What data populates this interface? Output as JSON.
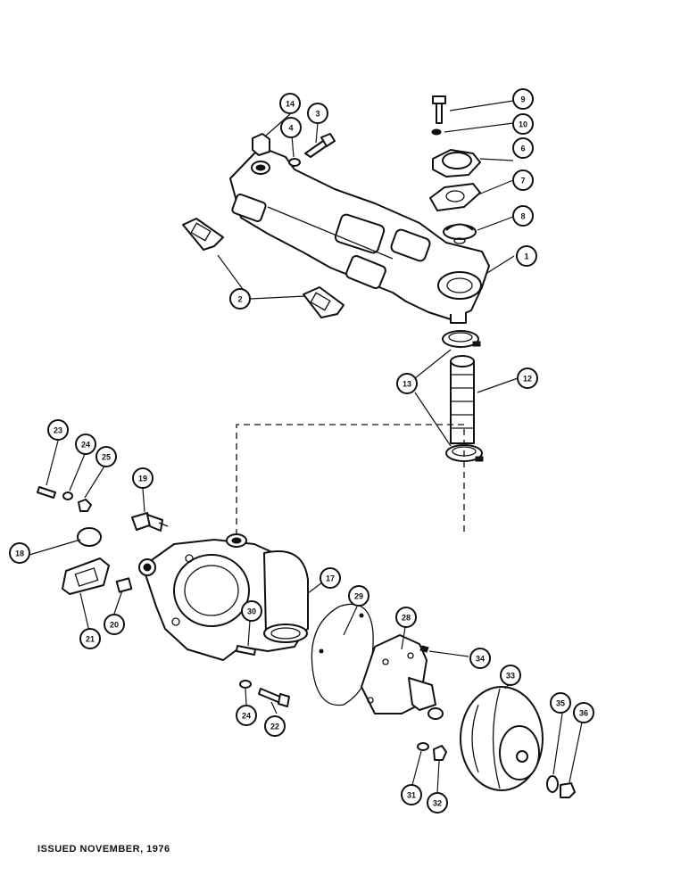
{
  "footer": {
    "issued": "ISSUED NOVEMBER, 1976"
  },
  "callouts": [
    {
      "id": "c1",
      "label": "1"
    },
    {
      "id": "c2",
      "label": "2"
    },
    {
      "id": "c3",
      "label": "3"
    },
    {
      "id": "c4",
      "label": "4"
    },
    {
      "id": "c6",
      "label": "6"
    },
    {
      "id": "c7",
      "label": "7"
    },
    {
      "id": "c8",
      "label": "8"
    },
    {
      "id": "c9",
      "label": "9"
    },
    {
      "id": "c10",
      "label": "10"
    },
    {
      "id": "c12",
      "label": "12"
    },
    {
      "id": "c13",
      "label": "13"
    },
    {
      "id": "c14",
      "label": "14"
    },
    {
      "id": "c17",
      "label": "17"
    },
    {
      "id": "c18",
      "label": "18"
    },
    {
      "id": "c19",
      "label": "19"
    },
    {
      "id": "c20",
      "label": "20"
    },
    {
      "id": "c21",
      "label": "21"
    },
    {
      "id": "c22",
      "label": "22"
    },
    {
      "id": "c23",
      "label": "23"
    },
    {
      "id": "c24a",
      "label": "24"
    },
    {
      "id": "c24b",
      "label": "24"
    },
    {
      "id": "c25",
      "label": "25"
    },
    {
      "id": "c28",
      "label": "28"
    },
    {
      "id": "c29",
      "label": "29"
    },
    {
      "id": "c30",
      "label": "30"
    },
    {
      "id": "c31",
      "label": "31"
    },
    {
      "id": "c32",
      "label": "32"
    },
    {
      "id": "c33",
      "label": "33"
    },
    {
      "id": "c34",
      "label": "34"
    },
    {
      "id": "c35",
      "label": "35"
    },
    {
      "id": "c36",
      "label": "36"
    }
  ]
}
